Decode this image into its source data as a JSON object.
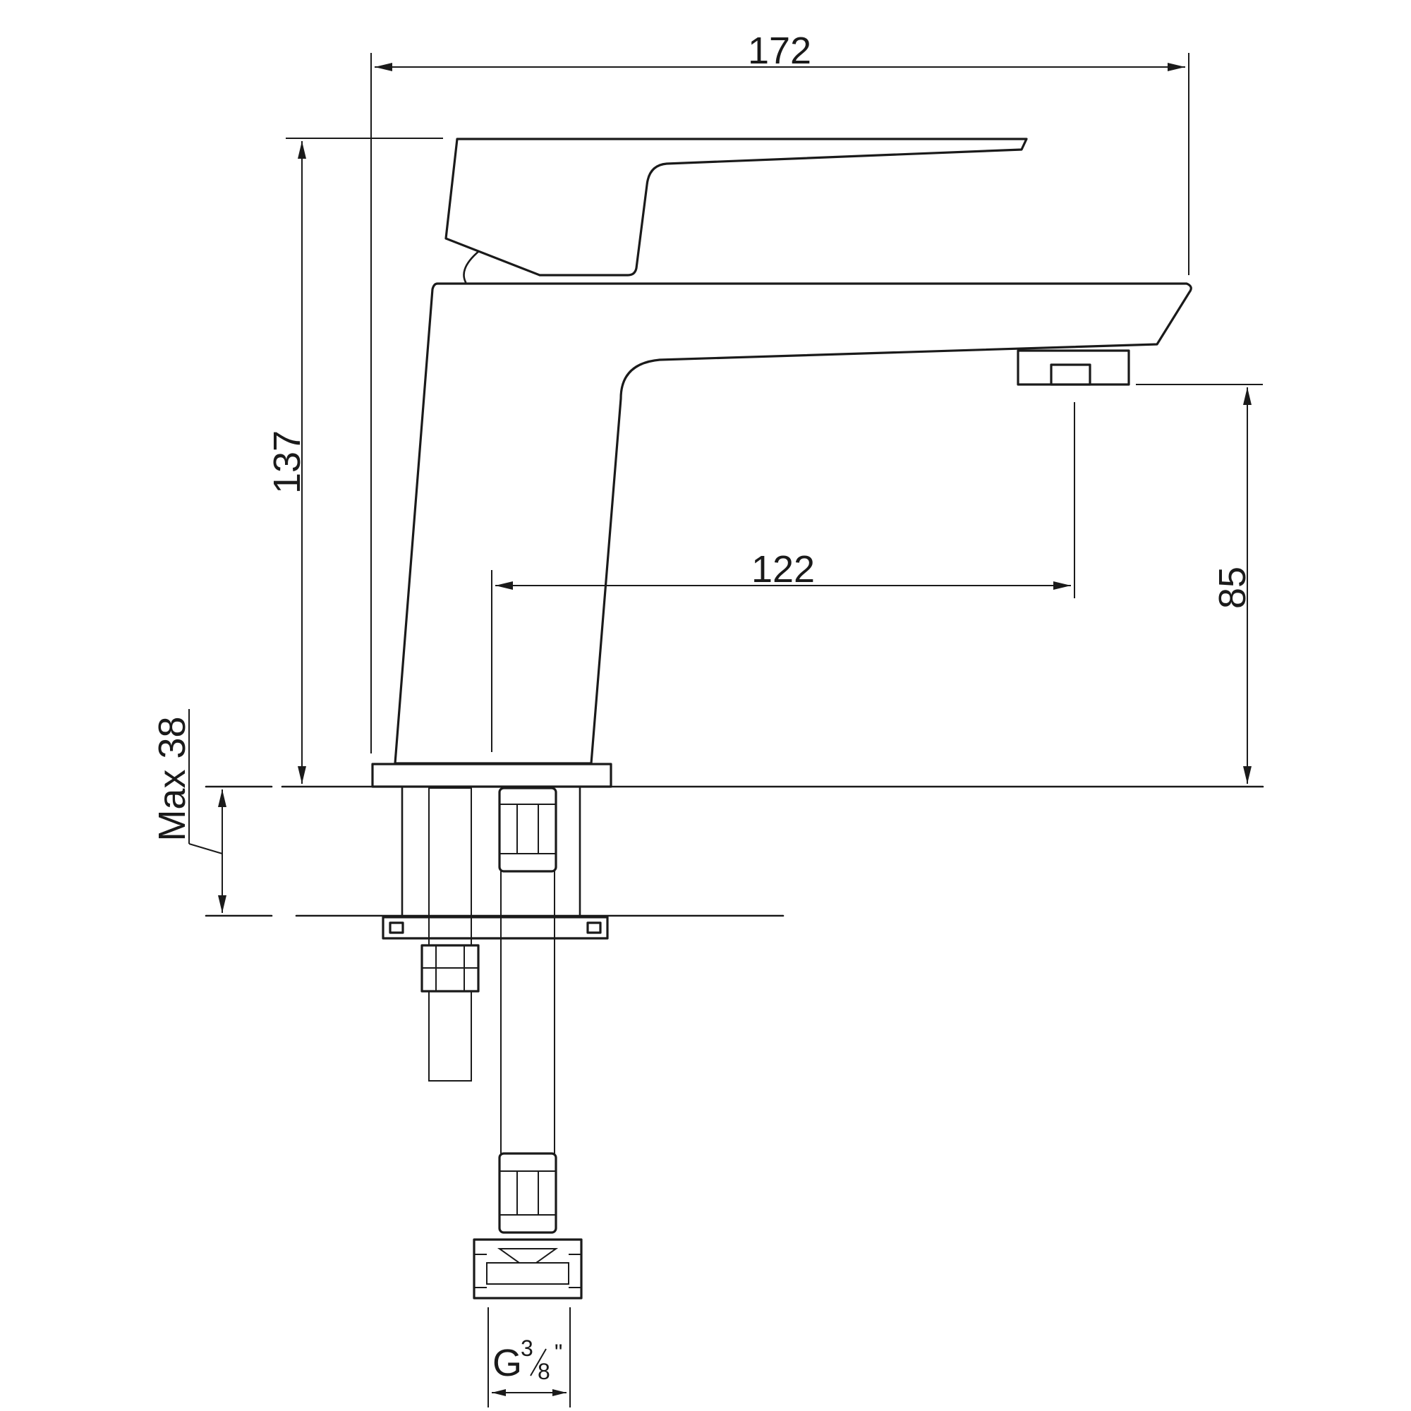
{
  "dimensions": {
    "overall_width": "172",
    "overall_height": "137",
    "spout_reach": "122",
    "spout_height": "85",
    "max_deck_thickness": "Max 38",
    "connection_prefix": "G",
    "connection_numerator": "3",
    "connection_denominator": "8",
    "connection_inch_mark": "\""
  },
  "colors": {
    "line": "#1a1a1a",
    "background": "#ffffff"
  }
}
